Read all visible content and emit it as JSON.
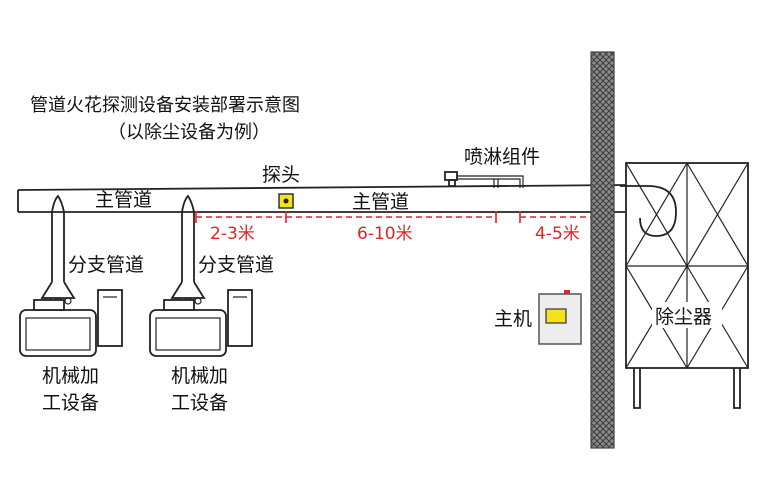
{
  "title": "管道火花探测设备安装部署示意图",
  "subtitle": "（以除尘设备为例）",
  "labels": {
    "main_pipe_left": "主管道",
    "main_pipe_right": "主管道",
    "probe": "探头",
    "spray": "喷淋组件",
    "branch_1": "分支管道",
    "branch_2": "分支管道",
    "machine_1_line1": "机械加",
    "machine_1_line2": "工设备",
    "machine_2_line1": "机械加",
    "machine_2_line2": "工设备",
    "host": "主机",
    "dust_collector": "除尘器"
  },
  "dimensions": {
    "d1": "2-3米",
    "d2": "6-10米",
    "d3": "4-5米"
  },
  "colors": {
    "dimension": "#e0242a",
    "probe_fill": "#f4e21c",
    "host_display": "#f4e21c",
    "host_led": "#e0242a",
    "wall": "#6d6d6d",
    "line": "#222222"
  }
}
